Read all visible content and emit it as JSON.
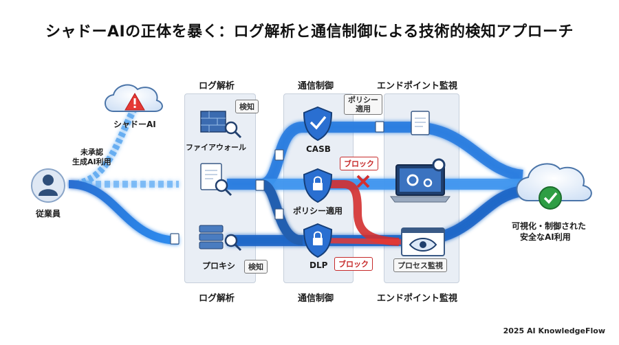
{
  "title": "シャドーAIの正体を暴く：ログ解析と通信制御による技術的検知アプローチ",
  "footer": "2025 AI KnowledgeFlow",
  "columns": {
    "top": [
      "ログ解析",
      "通信制御",
      "エンドポイント監視"
    ],
    "bottom": [
      "ログ解析",
      "通信制御",
      "エンドポイント監視"
    ]
  },
  "nodes": {
    "shadow_ai": "シャドーAI",
    "unapproved": [
      "未承認",
      "生成AI利用"
    ],
    "employee": "従業員",
    "firewall": "ファイアウォール",
    "proxy": "プロキシ",
    "casb": "CASB",
    "policy": "ポリシー適用",
    "dlp": "DLP",
    "outcome": [
      "可視化・制御された",
      "安全なAI利用"
    ]
  },
  "tags": {
    "detect_top": "検知",
    "detect_bottom": "検知",
    "policy_tag": [
      "ポリシー",
      "適用"
    ],
    "block_top": "ブロック",
    "block_bottom": "ブロック",
    "process_monitor": "プロセス監視"
  },
  "icons": [
    "cloud-icon",
    "warning-icon",
    "user-icon",
    "firewall-icon",
    "log-document-icon",
    "server-icon",
    "magnifier-icon",
    "shield-check-icon",
    "shield-lock-icon",
    "laptop-gear-icon",
    "eye-icon",
    "check-cloud-icon",
    "block-x-icon"
  ],
  "colors": {
    "flow_blue": "#1e73d8",
    "flow_dark": "#1f4f8f",
    "block_red": "#d32f2f",
    "ok_green": "#2e9e44"
  }
}
